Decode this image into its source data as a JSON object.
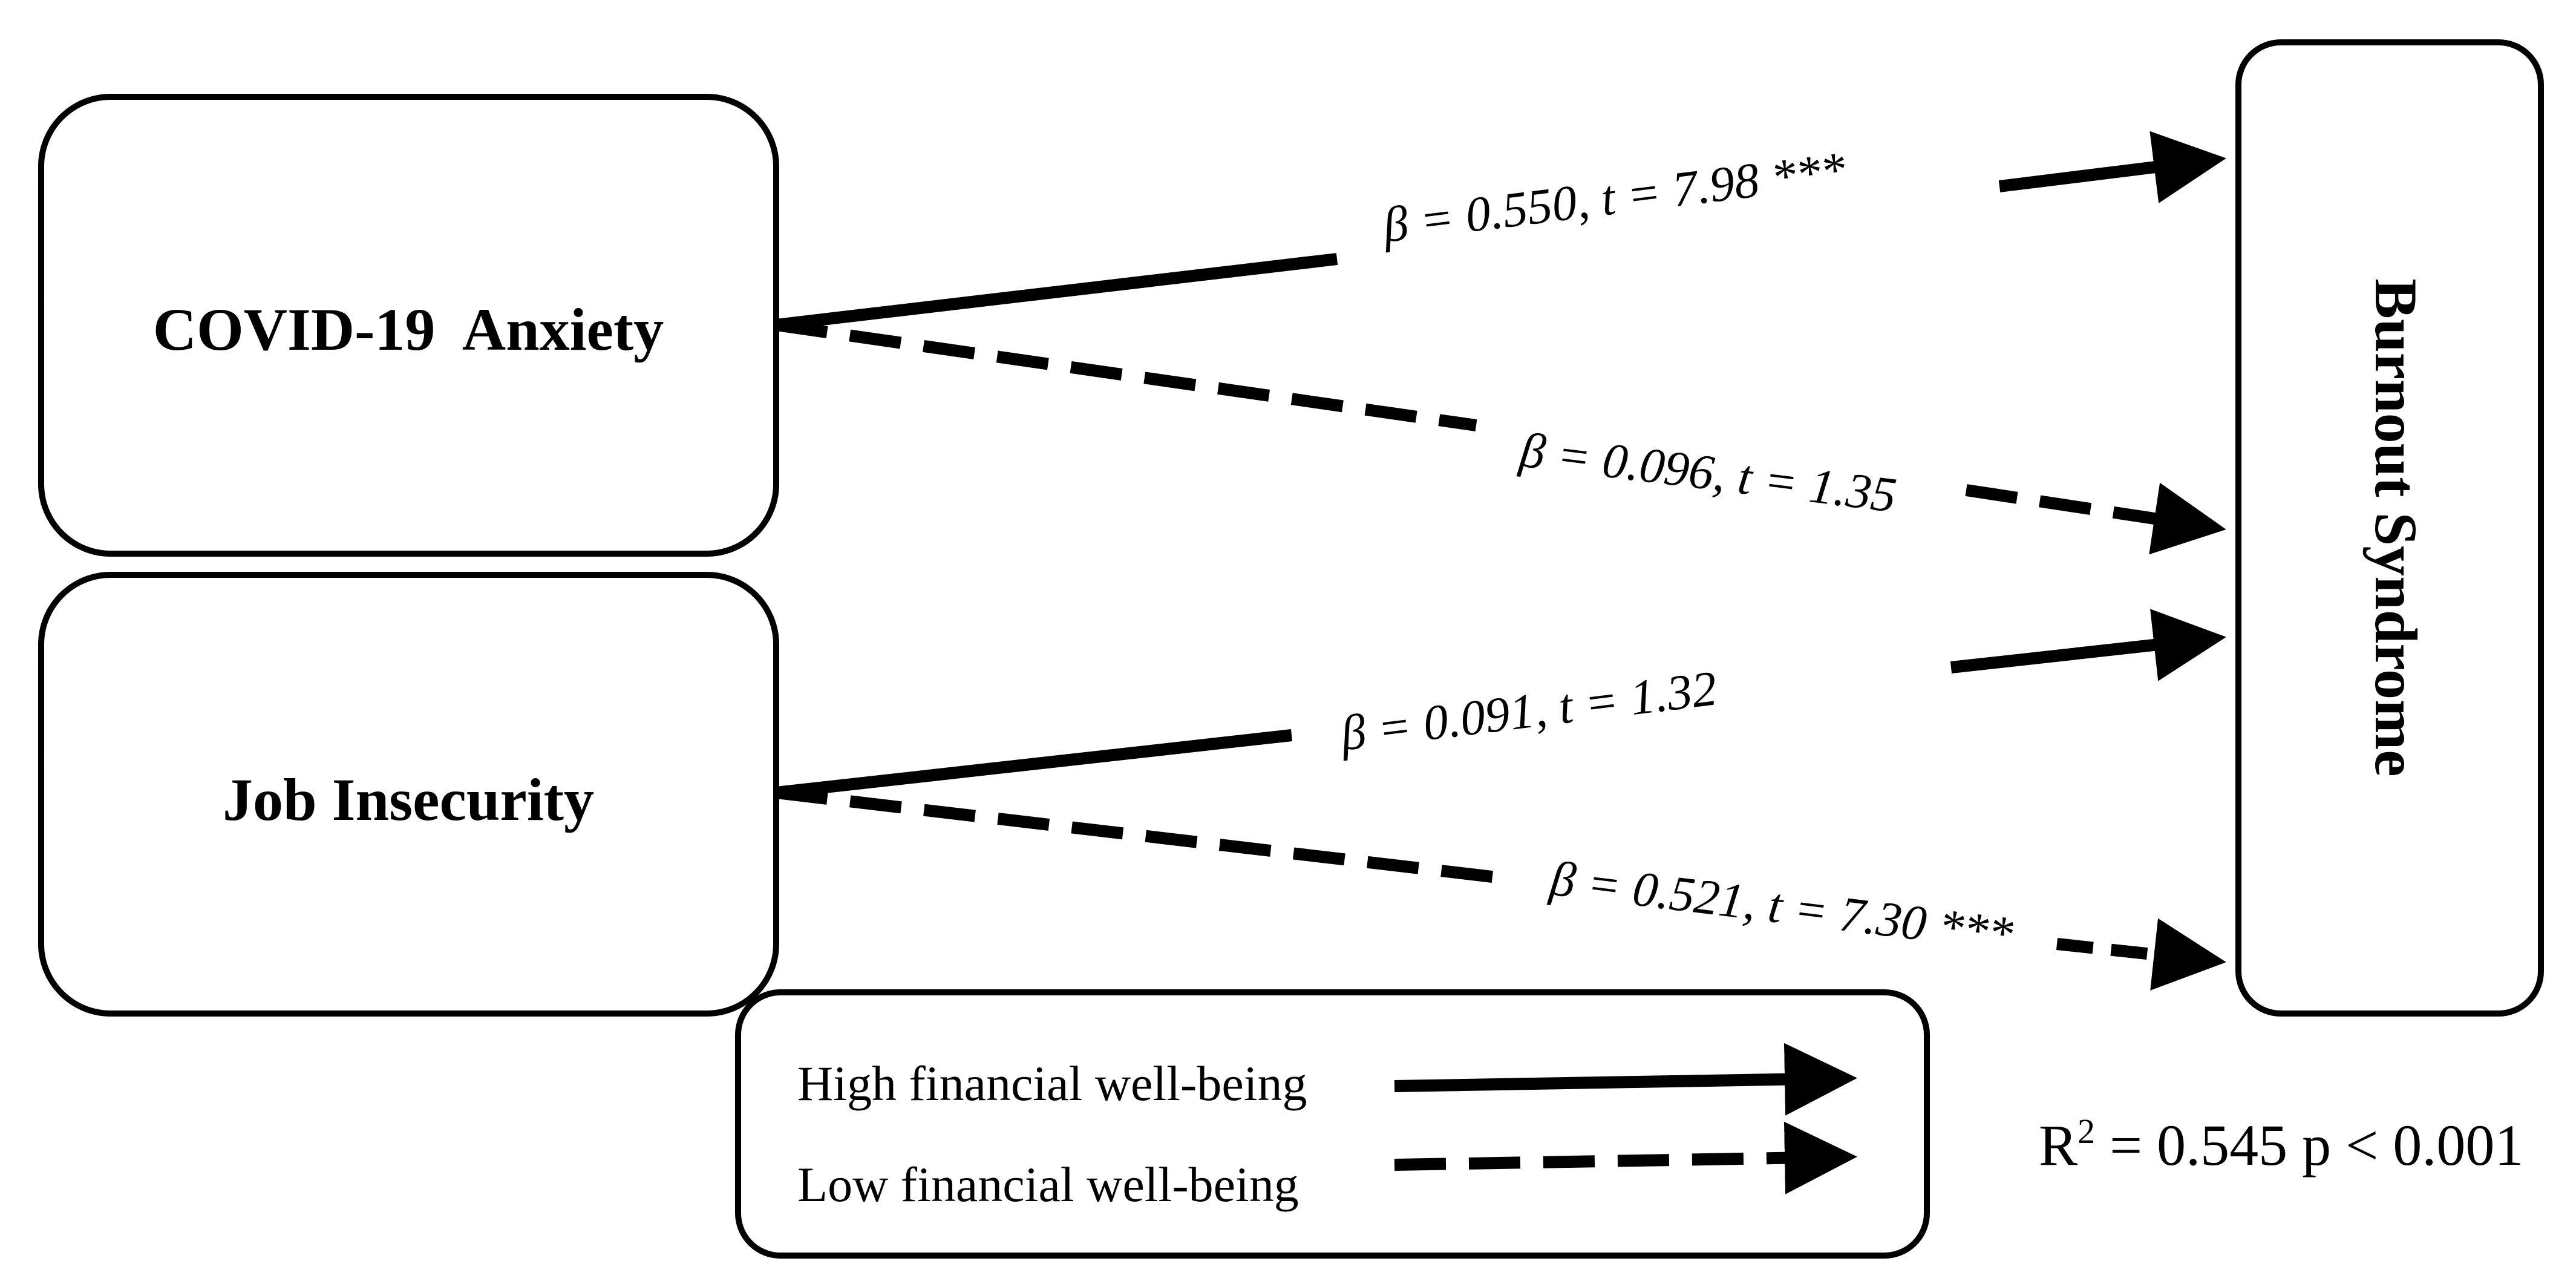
{
  "nodes": {
    "covid_anxiety": "COVID-19  Anxiety",
    "job_insecurity": "Job Insecurity",
    "burnout": "Burnout Syndrome"
  },
  "paths": {
    "covid_high": "β = 0.550, t = 7.98 ***",
    "covid_low": "β = 0.096, t = 1.35",
    "job_high": "β = 0.091, t = 1.32",
    "job_low": "β = 0.521, t = 7.30 ***"
  },
  "legend": {
    "high": "High financial well-being",
    "low": "Low financial well-being"
  },
  "stats": {
    "r_symbol": "R",
    "r_exp": "2",
    "r_value": " = 0.545 p < 0.001"
  },
  "colors": {
    "line": "#000000",
    "background": "#ffffff"
  }
}
